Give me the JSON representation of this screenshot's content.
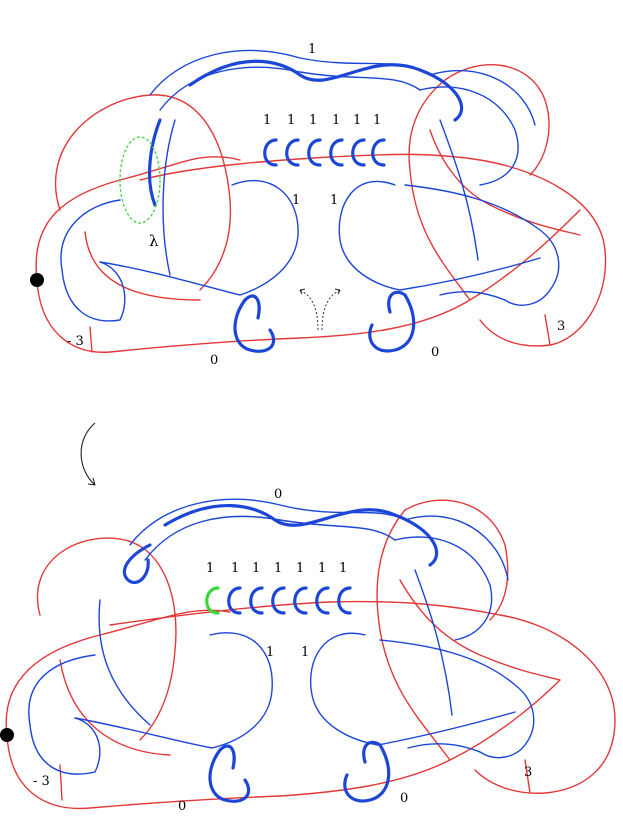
{
  "colors": {
    "red_curves": "#e23838",
    "blue_curves": "#1c46d6",
    "highlight_green": "#3ad63a",
    "dot": "#000000"
  },
  "top_diagram": {
    "framing_top": "1",
    "framing_row": [
      "1",
      "1",
      "1",
      "1",
      "1",
      "1"
    ],
    "framing_mid_left": "1",
    "framing_mid_right": "1",
    "framing_bottom_left": "0",
    "framing_bottom_right": "0",
    "twist_left": "- 3",
    "twist_right": "3",
    "curve_label": "λ"
  },
  "bottom_diagram": {
    "framing_top": "0",
    "framing_row": [
      "1",
      "1",
      "1",
      "1",
      "1",
      "1",
      "1"
    ],
    "framing_mid_left": "1",
    "framing_mid_right": "1",
    "framing_bottom_left": "0",
    "framing_bottom_right": "0",
    "twist_left": "- 3",
    "twist_right": "3"
  }
}
